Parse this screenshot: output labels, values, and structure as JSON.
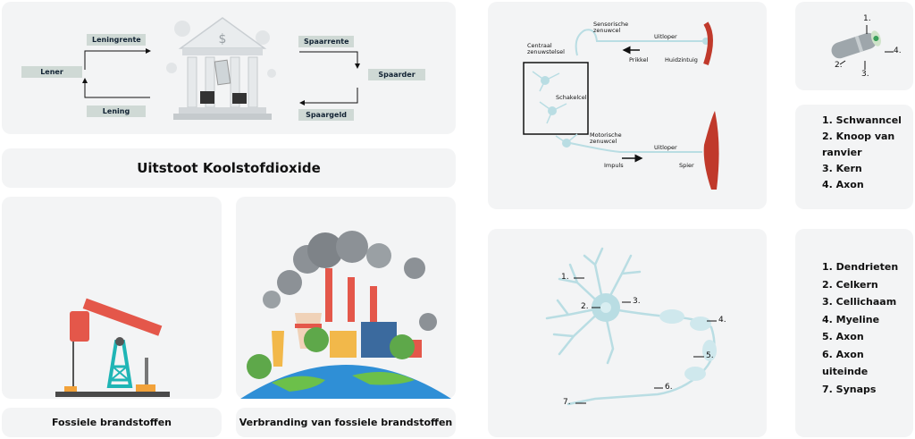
{
  "bank": {
    "lener": "Lener",
    "leningrente": "Leningrente",
    "lening": "Lening",
    "spaarrente": "Spaarrente",
    "spaarder": "Spaarder",
    "spaargeld": "Spaargeld",
    "dollar_sign": "$"
  },
  "co2": {
    "title": "Uitstoot Koolstofdioxide"
  },
  "fossil": {
    "caption": "Fossiele brandstoffen"
  },
  "burning": {
    "caption": "Verbranding van fossiele brandstoffen"
  },
  "reflex": {
    "sensorisch": "Sensorische zenuwcel",
    "uitloper_top": "Uitloper",
    "centraal": "Centraal zenuwstelsel",
    "prikkel": "Prikkel",
    "huidzintuig": "Huidzintuig",
    "schakelcel": "Schakelcel",
    "motorisch": "Motorische zenuwcel",
    "uitloper_bottom": "Uitloper",
    "impuls": "Impuls",
    "spier": "Spier"
  },
  "axon_small": {
    "labels": [
      "1.",
      "2.",
      "3.",
      "4."
    ],
    "legend": [
      "1. Schwanncel",
      "2. Knoop van ranvier",
      "3. Kern",
      "4. Axon"
    ]
  },
  "neuron": {
    "labels": [
      "1.",
      "2.",
      "3.",
      "4.",
      "5.",
      "6.",
      "7."
    ],
    "legend": [
      "1. Dendrieten",
      "2. Celkern",
      "3. Cellichaam",
      "4. Myeline",
      "5. Axon",
      "6. Axon uiteinde",
      "7. Synaps"
    ]
  },
  "colors": {
    "card": "#f3f4f5",
    "label_bg": "#cfd9d5",
    "pump_red": "#e4574a",
    "pump_teal": "#1fb5b5",
    "earth_blue": "#2f8fd6",
    "earth_green": "#6cc04a",
    "smoke_gray": "#8c9196",
    "neuron_blue": "#b9dde3",
    "muscle_red": "#c0392b"
  }
}
